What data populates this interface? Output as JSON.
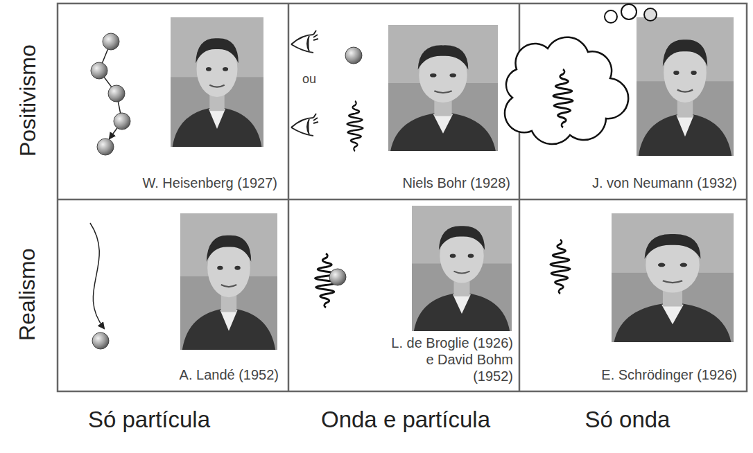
{
  "diagram": {
    "nodes": [
      {
        "text": [
          "W. Heisenberg (1927)"
        ]
      },
      {
        "text": [
          "ou",
          "Niels Bohr (1928)"
        ]
      },
      {
        "text": [
          "J. von Neumann (1932)"
        ]
      },
      {
        "text": [
          "A. Landé (1952)"
        ]
      },
      {
        "text": [
          "L. de Broglie (1926) e David Bohm (1952)"
        ]
      },
      {
        "text": [
          "E. Schrödinger (1926)"
        ]
      }
    ],
    "labels": [
      "Positivismo",
      "Realismo",
      "Só partícula",
      "Onda e partícula",
      "Só onda"
    ]
  }
}
